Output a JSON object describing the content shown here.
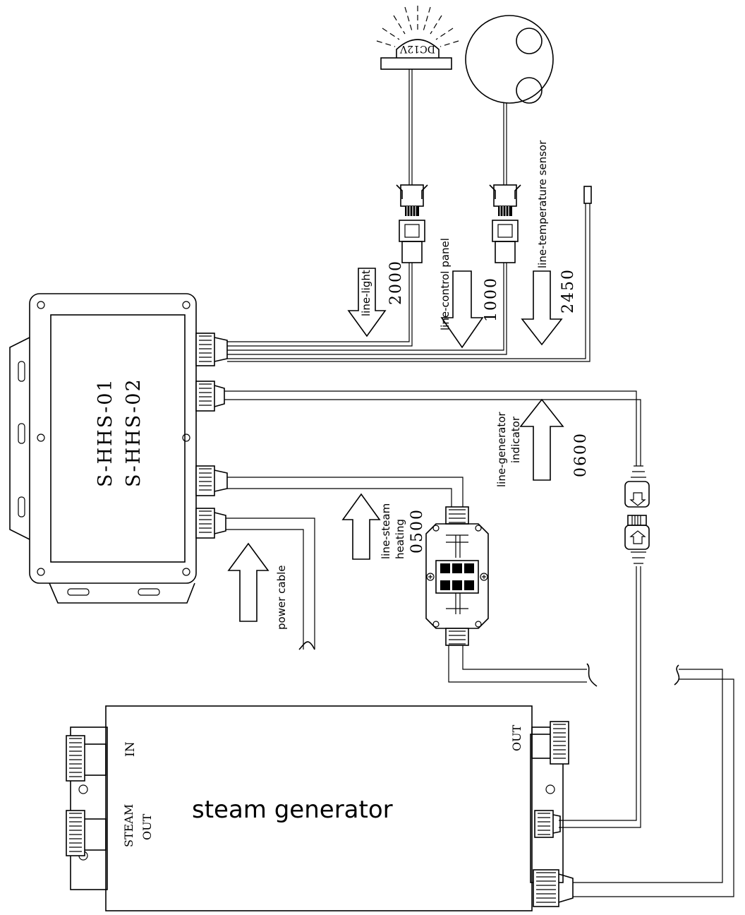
{
  "controller": {
    "model_1": "S-HHS-01",
    "model_2": "S-HHS-02"
  },
  "light": {
    "voltage_label": "DC12V"
  },
  "cables": [
    {
      "id": "light",
      "label": "line-light",
      "length": "2000"
    },
    {
      "id": "control-panel",
      "label": "line-control panel",
      "length": "1000"
    },
    {
      "id": "temperature-sensor",
      "label": "line-temperature sensor",
      "length": "2450"
    },
    {
      "id": "generator-indicator",
      "label_line1": "line-generator",
      "label_line2": "indicator",
      "length": "0600"
    },
    {
      "id": "steam-heating",
      "label_line1": "line-steam",
      "label_line2": "heating",
      "length": "0500"
    },
    {
      "id": "power",
      "label": "power cable"
    }
  ],
  "generator": {
    "title": "steam generator",
    "port_in": "IN",
    "port_steam_out_1": "STEAM",
    "port_steam_out_2": "OUT",
    "port_out": "OUT"
  },
  "colors": {
    "line": "#000000",
    "background": "#ffffff"
  }
}
